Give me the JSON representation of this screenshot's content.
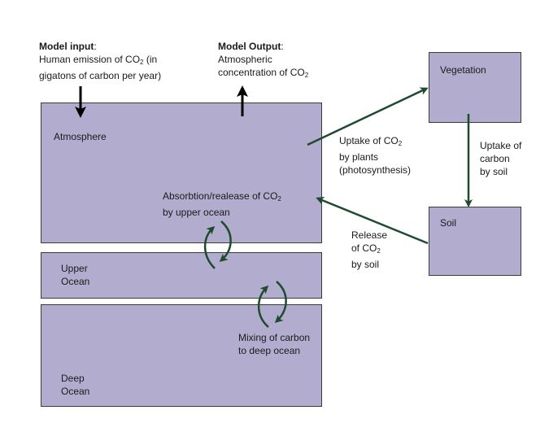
{
  "model_input": {
    "heading": "Model input",
    "colon": ":",
    "line1_a": "Human emission of CO",
    "line1_sub": "2",
    "line1_b": " (in",
    "line2": "gigatons of carbon per year)"
  },
  "model_output": {
    "heading": "Model Output",
    "colon": ":",
    "line1": "Atmospheric",
    "line2_a": "concentration of CO",
    "line2_sub": "2"
  },
  "boxes": {
    "atmosphere": "Atmosphere",
    "upper_ocean_1": "Upper",
    "upper_ocean_2": "Ocean",
    "deep_ocean_1": "Deep",
    "deep_ocean_2": "Ocean",
    "vegetation": "Vegetation",
    "soil": "Soil"
  },
  "flows": {
    "plant_uptake": {
      "line1_a": "Uptake of CO",
      "line1_sub": "2",
      "line2": "by plants",
      "line3": "(photosynthesis)"
    },
    "soil_uptake": {
      "line1": "Uptake of",
      "line2": "carbon",
      "line3": "by soil"
    },
    "soil_release": {
      "line1": "Release",
      "line2_a": "of CO",
      "line2_sub": "2",
      "line3": "by soil"
    },
    "ocean_exchange": {
      "line1_a": "Absorbtion/realease of CO",
      "line1_sub": "2",
      "line2": "by upper ocean"
    },
    "deep_mixing": {
      "line1": "Mixing of carbon",
      "line2": "to deep ocean"
    }
  },
  "colors": {
    "box_fill": "#b2adcf",
    "box_border": "#3a3a3a",
    "flow_arrow": "#1f4a2e",
    "io_arrow": "#000000"
  }
}
